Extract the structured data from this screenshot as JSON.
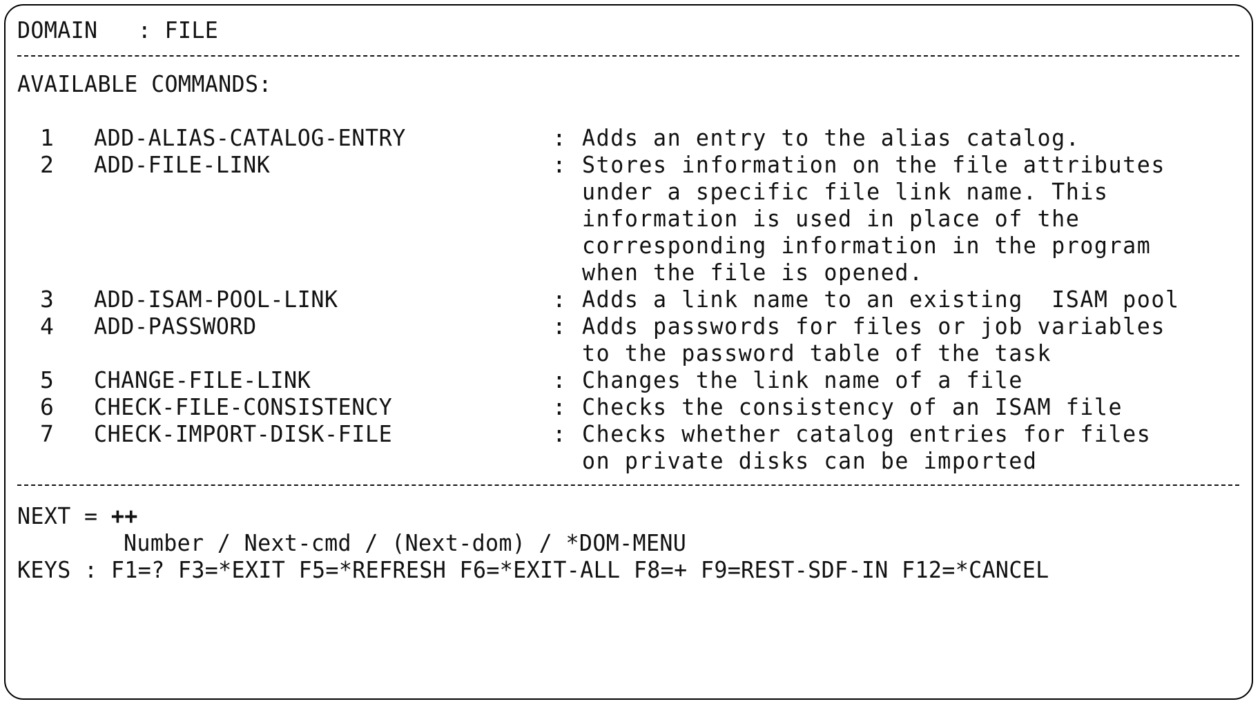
{
  "domain_line": {
    "label": "DOMAIN",
    "separator": ":",
    "value": "FILE"
  },
  "available_commands_title": "AVAILABLE COMMANDS:",
  "commands": [
    {
      "number": "1",
      "name": "ADD-ALIAS-CATALOG-ENTRY",
      "description_lines": [
        "Adds an entry to the alias catalog."
      ]
    },
    {
      "number": "2",
      "name": "ADD-FILE-LINK",
      "description_lines": [
        "Stores information on the file attributes",
        "under a specific file link name. This",
        "information is used in place of the",
        "corresponding information in the program",
        "when the file is opened."
      ]
    },
    {
      "number": "3",
      "name": "ADD-ISAM-POOL-LINK",
      "description_lines": [
        "Adds a link name to an existing  ISAM pool"
      ]
    },
    {
      "number": "4",
      "name": "ADD-PASSWORD",
      "description_lines": [
        "Adds passwords for files or job variables",
        "to the password table of the task"
      ]
    },
    {
      "number": "5",
      "name": "CHANGE-FILE-LINK",
      "description_lines": [
        "Changes the link name of a file"
      ]
    },
    {
      "number": "6",
      "name": "CHECK-FILE-CONSISTENCY",
      "description_lines": [
        "Checks the consistency of an ISAM file"
      ]
    },
    {
      "number": "7",
      "name": "CHECK-IMPORT-DISK-FILE",
      "description_lines": [
        "Checks whether catalog entries for files",
        "on private disks can be imported"
      ]
    }
  ],
  "next": {
    "label": "NEXT =",
    "value": "++",
    "hint": "Number / Next-cmd / (Next-dom) / *DOM-MENU"
  },
  "keys": {
    "label": "KEYS :",
    "items": [
      "F1=?",
      "F3=*EXIT",
      "F5=*REFRESH",
      "F6=*EXIT-ALL",
      "F8=+",
      "F9=REST-SDF-IN",
      "F12=*CANCEL"
    ]
  }
}
